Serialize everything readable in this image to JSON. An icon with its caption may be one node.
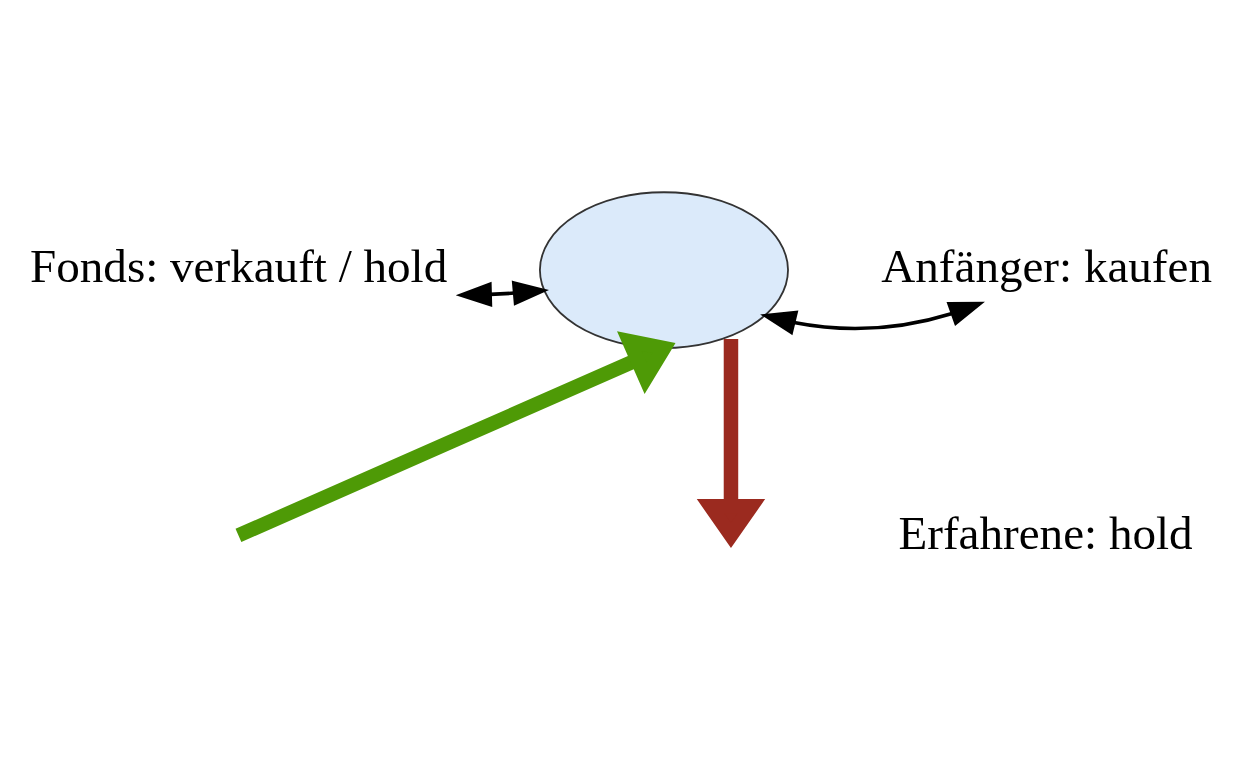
{
  "diagram": {
    "nodes": [
      {
        "text": [
          "Fonds: verkauft / hold"
        ]
      },
      {
        "text": [],
        "shape": "ellipse"
      },
      {
        "text": [
          "Anfänger: kaufen"
        ]
      },
      {
        "text": [
          "Erfahrene: hold"
        ]
      }
    ],
    "edges": [
      {
        "from": 0,
        "to": 1,
        "arrow": "both"
      },
      {
        "from": 2,
        "to": 1,
        "arrow": "both"
      },
      {
        "from": null,
        "to": 1,
        "arrow": "to",
        "style": "thick",
        "color": "#4e9a06"
      },
      {
        "from": 1,
        "to": null,
        "arrow": "to",
        "style": "thick",
        "color": "#9b2a1f"
      }
    ]
  }
}
